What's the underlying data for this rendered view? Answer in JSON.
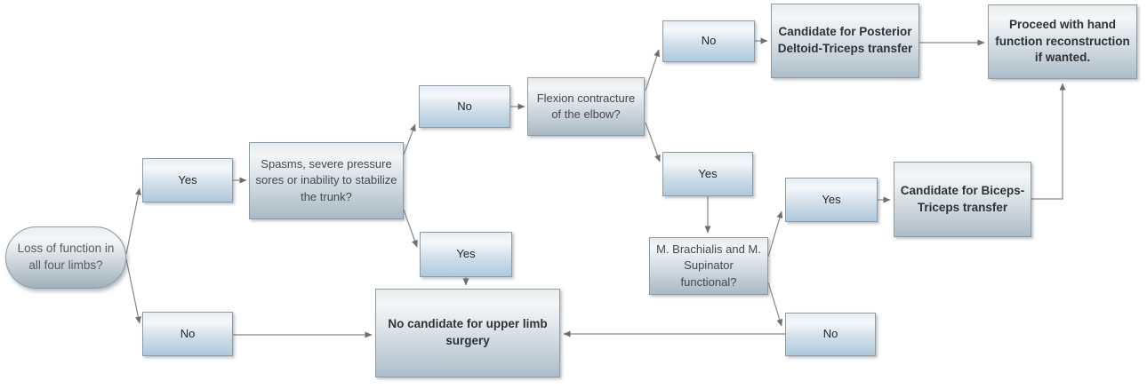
{
  "diagram": {
    "type": "flowchart",
    "nodes": {
      "start": {
        "label": "Loss of function in all four limbs?",
        "shape": "terminator"
      },
      "yes_1": {
        "label": "Yes",
        "shape": "decision-answer"
      },
      "no_1": {
        "label": "No",
        "shape": "decision-answer"
      },
      "spasms": {
        "label": "Spasms, severe pressure sores or inability to stabilize the trunk?",
        "shape": "question"
      },
      "no_2": {
        "label": "No",
        "shape": "decision-answer"
      },
      "yes_2": {
        "label": "Yes",
        "shape": "decision-answer"
      },
      "flexion": {
        "label": "Flexion contracture of the elbow?",
        "shape": "question"
      },
      "no_3": {
        "label": "No",
        "shape": "decision-answer"
      },
      "yes_3": {
        "label": "Yes",
        "shape": "decision-answer"
      },
      "posterior": {
        "label": "Candidate for Posterior Deltoid-Triceps transfer",
        "shape": "result"
      },
      "proceed": {
        "label": "Proceed with hand function reconstruction if wanted.",
        "shape": "result"
      },
      "brachialis": {
        "label": "M. Brachialis and M. Supinator functional?",
        "shape": "question"
      },
      "yes_4": {
        "label": "Yes",
        "shape": "decision-answer"
      },
      "biceps": {
        "label": "Candidate for Biceps-Triceps transfer",
        "shape": "result"
      },
      "no_4": {
        "label": "No",
        "shape": "decision-answer"
      },
      "no_candidate": {
        "label": "No candidate for upper limb surgery",
        "shape": "result"
      }
    },
    "edges": [
      {
        "from": "start",
        "to": "yes_1"
      },
      {
        "from": "start",
        "to": "no_1"
      },
      {
        "from": "yes_1",
        "to": "spasms"
      },
      {
        "from": "spasms",
        "to": "no_2"
      },
      {
        "from": "spasms",
        "to": "yes_2"
      },
      {
        "from": "no_2",
        "to": "flexion"
      },
      {
        "from": "flexion",
        "to": "no_3"
      },
      {
        "from": "flexion",
        "to": "yes_3"
      },
      {
        "from": "no_3",
        "to": "posterior"
      },
      {
        "from": "posterior",
        "to": "proceed"
      },
      {
        "from": "yes_3",
        "to": "brachialis"
      },
      {
        "from": "brachialis",
        "to": "yes_4"
      },
      {
        "from": "brachialis",
        "to": "no_4"
      },
      {
        "from": "yes_4",
        "to": "biceps"
      },
      {
        "from": "biceps",
        "to": "proceed"
      },
      {
        "from": "yes_2",
        "to": "no_candidate"
      },
      {
        "from": "no_1",
        "to": "no_candidate"
      },
      {
        "from": "no_4",
        "to": "no_candidate"
      }
    ],
    "colors": {
      "small_box_gradient_bottom": "#aec9dd",
      "box_gradient_bottom": "#a9bac5",
      "box_gradient_top": "#f4f6f7",
      "border": "#8e9aa4",
      "connector": "#868686",
      "question_text": "#44494e",
      "result_text": "#2e3337",
      "terminator_text": "#565d63"
    }
  }
}
